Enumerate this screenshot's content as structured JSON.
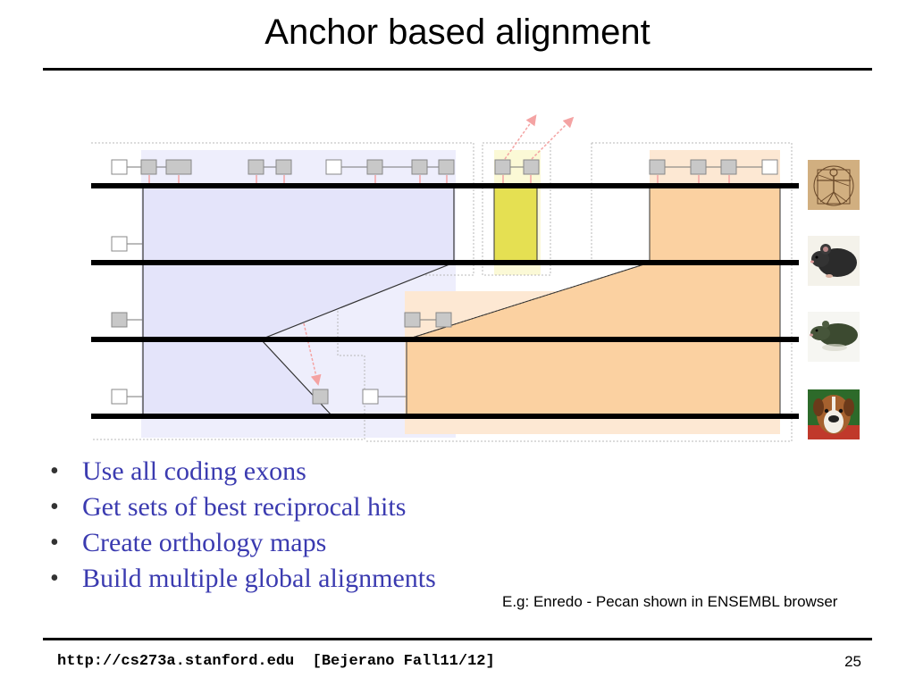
{
  "slide": {
    "title": "Anchor based alignment",
    "bullets": [
      "Use all coding exons",
      "Get sets of best reciprocal hits",
      "Create orthology maps",
      "Build multiple global alignments"
    ],
    "caption": "E.g: Enredo - Pecan shown in ENSEMBL browser",
    "footer": "http://cs273a.stanford.edu  [Bejerano Fall11/12]",
    "page_number": "25"
  },
  "diagram": {
    "species": [
      "human-vitruvian",
      "mouse",
      "rat",
      "dog"
    ],
    "colors": {
      "lavender": "#e4e4fa",
      "yellow": "#e5e052",
      "peach": "#fbd1a1",
      "peach_light": "#fde8d3",
      "lavender_light": "#eeeefc",
      "exon_gray": "#c8c8c8",
      "arrow_pink": "#f4a3a3"
    }
  }
}
